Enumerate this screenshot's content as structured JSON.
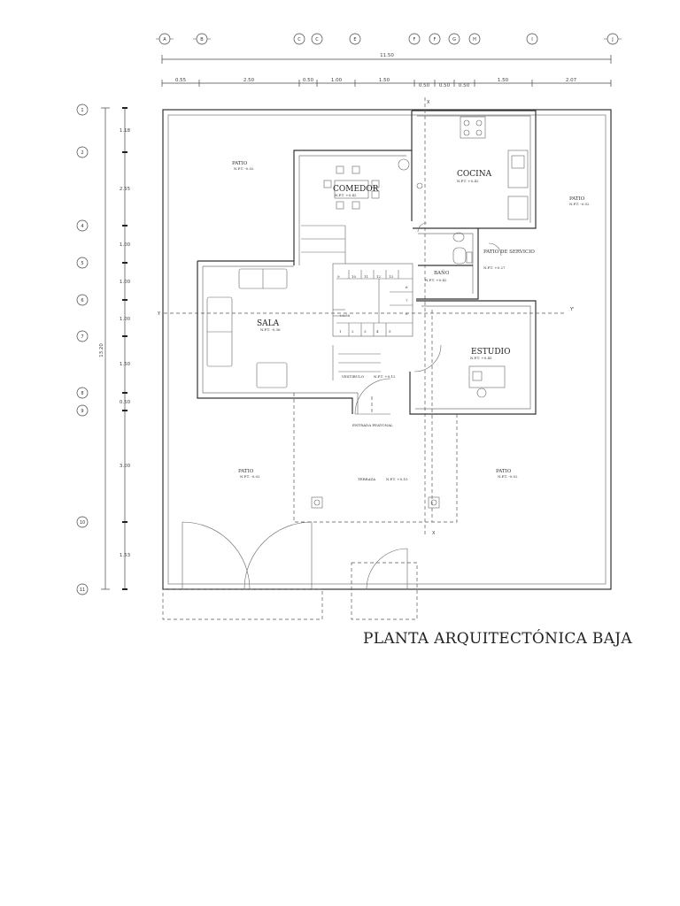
{
  "title": "PLANTA ARQUITECTÓNICA BAJA",
  "grid_columns": [
    "A",
    "B",
    "C",
    "C",
    "E",
    "F",
    "F",
    "G",
    "H",
    "I",
    "J"
  ],
  "grid_rows": [
    "1",
    "2",
    "4",
    "5",
    "6",
    "7",
    "8",
    "9",
    "10",
    "11"
  ],
  "overall_width": "11.50",
  "horizontal_dimensions": [
    "0.55",
    "2.50",
    "0.50",
    "1.00",
    "1.50",
    "0.50",
    "0.50",
    "0.50",
    "1.50",
    "2.07"
  ],
  "overall_depth": "13.20",
  "vertical_dimensions": [
    "1.18",
    "2.55",
    "1.00",
    "1.00",
    "1.00",
    "1.50",
    "0.50",
    "3.00",
    "1.53"
  ],
  "section_marks": {
    "x_top": "X",
    "x_bottom": "X",
    "y_left": "Y",
    "y_right": "Y'"
  },
  "rooms": {
    "patio_nw": {
      "name": "PATIO",
      "level": "N.P.T. -0.02"
    },
    "comedor": {
      "name": "COMEDOR",
      "level": "N.P.T. +0.42"
    },
    "cocina": {
      "name": "COCINA",
      "level": "N.P.T. +0.42"
    },
    "patio_e": {
      "name": "PATIO",
      "level": "N.P.T. -0.02"
    },
    "patio_servicio": {
      "name": "PATIO DE SERVICIO",
      "level": "N.P.T. +0.27"
    },
    "bano": {
      "name": "BAÑO",
      "level": "N.P.T. +0.42"
    },
    "sala": {
      "name": "SALA",
      "level": "N.P.T. -0.36"
    },
    "vestibulo": {
      "name": "VESTIBULO",
      "level": "N.P.T. +0.12"
    },
    "estudio": {
      "name": "ESTUDIO",
      "level": "N.P.T. +0.45"
    },
    "entrada": {
      "name": "ENTRADA PEATONAL"
    },
    "patio_sw": {
      "name": "PATIO",
      "level": "N.P.T. -0.02"
    },
    "terraza": {
      "name": "TERRAZA",
      "level": "N.P.T. +0.10"
    },
    "patio_se": {
      "name": "PATIO",
      "level": "N.P.T. -0.02"
    }
  },
  "stair_level": "+0.80",
  "stair_steps_upper": [
    "9",
    "10",
    "11",
    "12",
    "13"
  ],
  "stair_steps_lower": [
    "1",
    "2",
    "3",
    "4",
    "5"
  ],
  "stair_landing": [
    "6",
    "7",
    "8"
  ]
}
